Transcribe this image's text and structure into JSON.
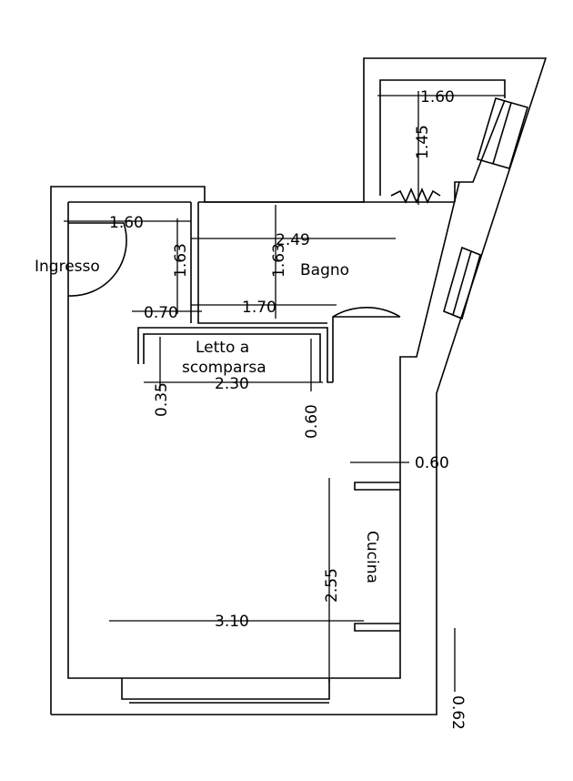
{
  "rooms": {
    "ingresso": "Ingresso",
    "bagno": "Bagno",
    "letto_line1": "Letto a",
    "letto_line2": "scomparsa",
    "cucina": "Cucina"
  },
  "dimensions": {
    "top_width": "1.60",
    "top_height": "1.45",
    "ingresso_width": "1.60",
    "ingresso_height": "1.63",
    "bagno_width": "2.49",
    "bagno_height": "1.63",
    "corridor": "0.70",
    "bagno_bottom": "1.70",
    "letto_width": "2.30",
    "letto_left": "0.35",
    "letto_right": "0.60",
    "cucina_depth": "0.60",
    "cucina_length": "2.55",
    "living_width": "3.10",
    "wall": "0.62"
  },
  "colors": {
    "line": "#000000",
    "background": "#ffffff"
  }
}
